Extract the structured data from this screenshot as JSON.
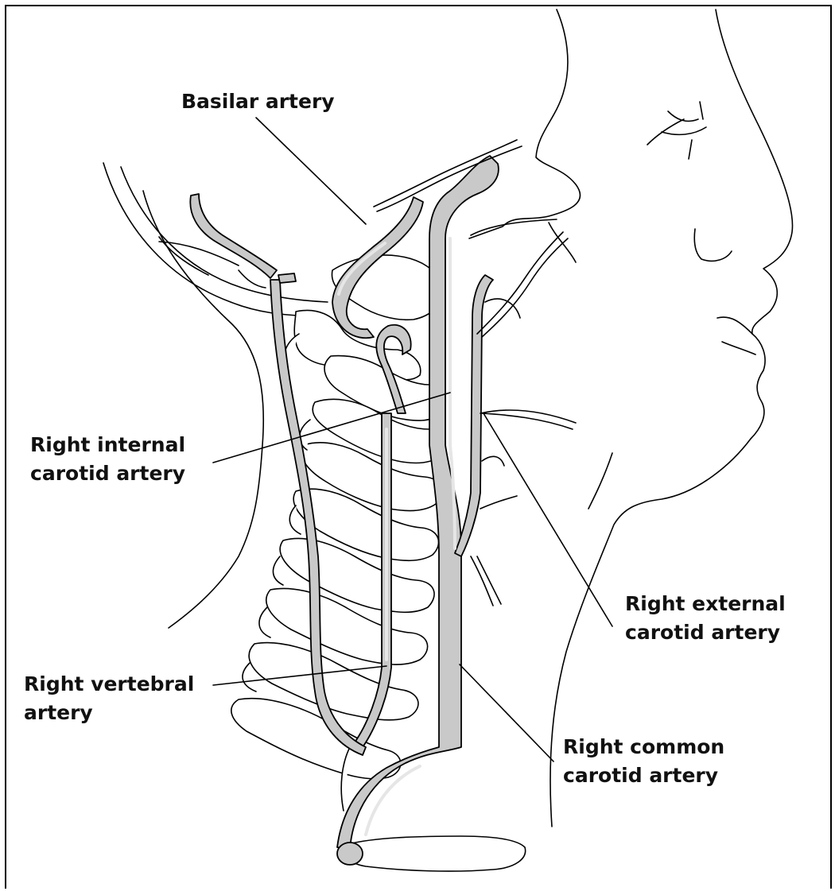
{
  "labels": {
    "basilar": "Basilar artery",
    "internal": [
      "Right internal",
      "carotid artery"
    ],
    "vertebral": [
      "Right vertebral",
      "artery"
    ],
    "external": [
      "Right external",
      "carotid artery"
    ],
    "common": [
      "Right common",
      "carotid artery"
    ]
  },
  "colors": {
    "artery_fill": "#c9c9c9",
    "artery_highlight": "#e6e6e6",
    "outline": "#000000",
    "bone_fill": "#ffffff",
    "background": "#ffffff"
  }
}
